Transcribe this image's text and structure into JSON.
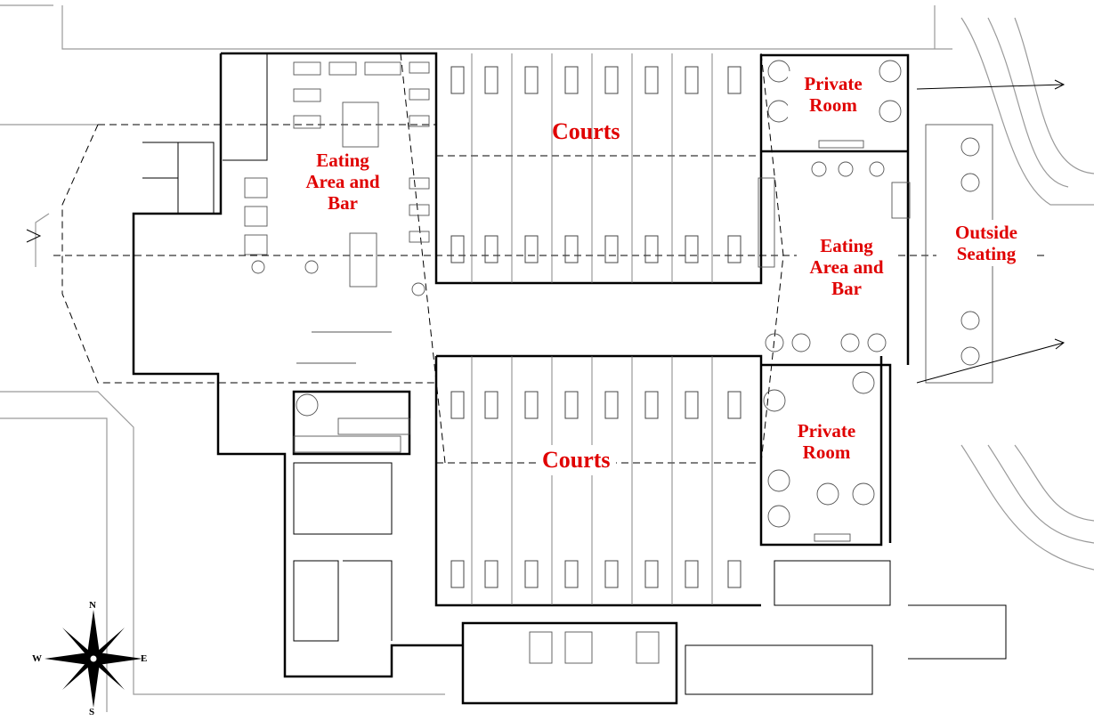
{
  "labels": {
    "courts_top": "Courts",
    "courts_bottom": "Courts",
    "eating_left": "Eating Area and Bar",
    "eating_right": "Eating Area and Bar",
    "private_top": "Private Room",
    "private_bottom": "Private Room",
    "outside": "Outside Seating"
  },
  "compass": {
    "n": "N",
    "s": "S",
    "e": "E",
    "w": "W"
  },
  "colors": {
    "label": "#e00000",
    "line": "#000000",
    "grid": "#8a8a8a"
  }
}
